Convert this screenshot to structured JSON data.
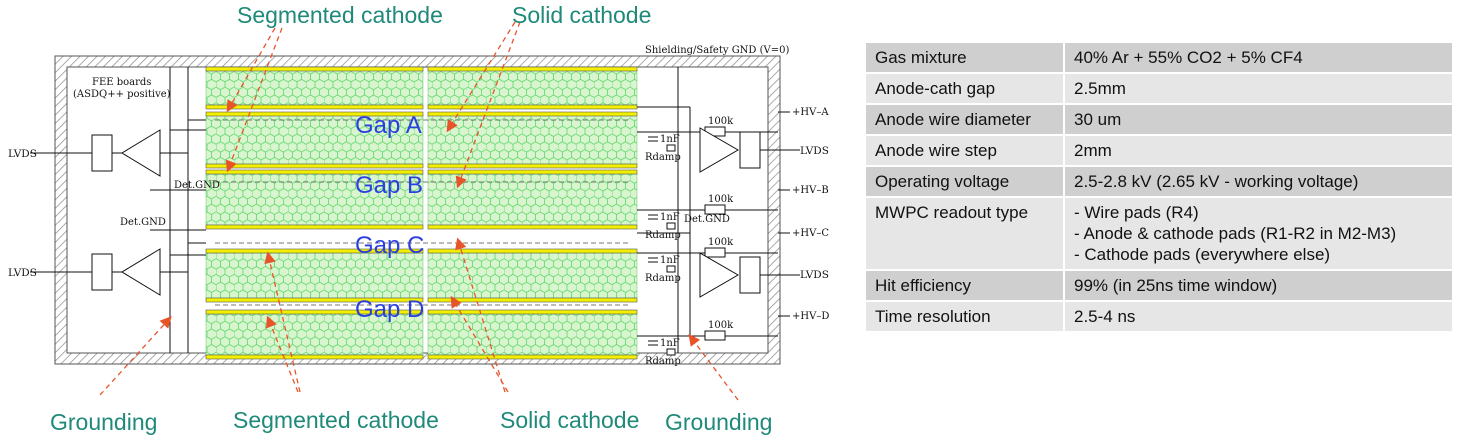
{
  "labels": {
    "segmented_top": "Segmented cathode",
    "solid_top": "Solid cathode",
    "grounding_left": "Grounding",
    "segmented_bottom": "Segmented cathode",
    "solid_bottom": "Solid cathode",
    "grounding_right": "Grounding"
  },
  "gaps": [
    "Gap A",
    "Gap B",
    "Gap C",
    "Gap D"
  ],
  "schematic": {
    "shield_gnd": "Shielding/Safety GND (V=0)",
    "fee_line1": "FEE boards",
    "fee_line2": "(ASDQ++ positive)",
    "det_gnd": "Det.GND",
    "lvds": "LVDS",
    "hv": [
      "+HV–A",
      "+HV–B",
      "+HV–C",
      "+HV–D"
    ],
    "resistor": "100k",
    "capacitor": "1nF",
    "rdamp": "Rdamp"
  },
  "table": {
    "rows": [
      {
        "key": "Gas mixture",
        "lines": [
          "40% Ar + 55% CO2 + 5% CF4"
        ]
      },
      {
        "key": "Anode-cath gap",
        "lines": [
          "2.5mm"
        ]
      },
      {
        "key": "Anode wire diameter",
        "lines": [
          "30 um"
        ]
      },
      {
        "key": "Anode wire step",
        "lines": [
          "2mm"
        ]
      },
      {
        "key": "Operating voltage",
        "lines": [
          "2.5-2.8 kV (2.65 kV - working voltage)"
        ]
      },
      {
        "key": "MWPC readout type",
        "lines": [
          "- Wire pads (R4)",
          "- Anode & cathode pads (R1-R2 in M2-M3)",
          "- Cathode pads (everywhere else)"
        ]
      },
      {
        "key": "Hit efficiency",
        "lines": [
          "99% (in 25ns time window)"
        ]
      },
      {
        "key": "Time resolution",
        "lines": [
          "2.5-4 ns"
        ]
      }
    ]
  },
  "colors": {
    "cathode": "#f2ef00",
    "panel": "#d9f5cf",
    "honeycomb": "#5fd86a",
    "callout": "#1f8a7a",
    "arrow": "#e8542a",
    "gap_label": "#2a3fe0"
  }
}
